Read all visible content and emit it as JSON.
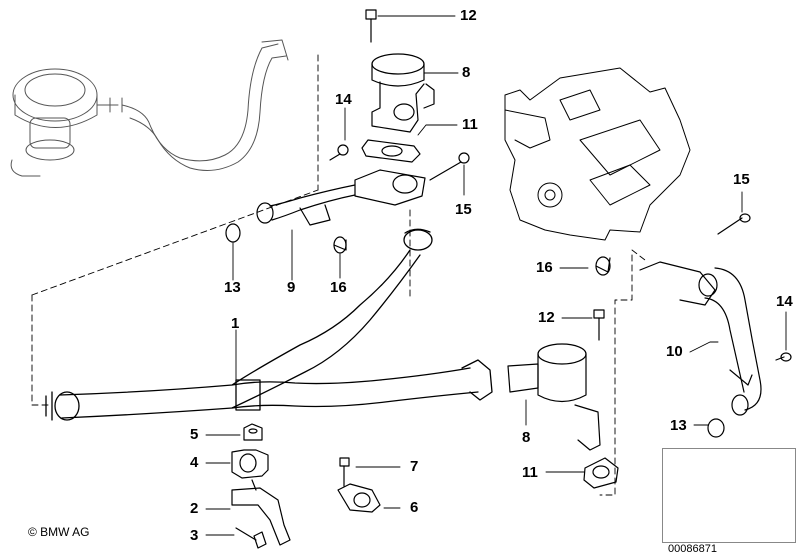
{
  "callouts": [
    {
      "id": "c12a",
      "label": "12"
    },
    {
      "id": "c8a",
      "label": "8"
    },
    {
      "id": "c14a",
      "label": "14"
    },
    {
      "id": "c11a",
      "label": "11"
    },
    {
      "id": "c15a",
      "label": "15"
    },
    {
      "id": "c13a",
      "label": "13"
    },
    {
      "id": "c9",
      "label": "9"
    },
    {
      "id": "c16a",
      "label": "16"
    },
    {
      "id": "c1",
      "label": "1"
    },
    {
      "id": "c15b",
      "label": "15"
    },
    {
      "id": "c16b",
      "label": "16"
    },
    {
      "id": "c12b",
      "label": "12"
    },
    {
      "id": "c14b",
      "label": "14"
    },
    {
      "id": "c10",
      "label": "10"
    },
    {
      "id": "c8b",
      "label": "8"
    },
    {
      "id": "c13b",
      "label": "13"
    },
    {
      "id": "c11b",
      "label": "11"
    },
    {
      "id": "c5",
      "label": "5"
    },
    {
      "id": "c4",
      "label": "4"
    },
    {
      "id": "c7",
      "label": "7"
    },
    {
      "id": "c2",
      "label": "2"
    },
    {
      "id": "c6",
      "label": "6"
    },
    {
      "id": "c3",
      "label": "3"
    }
  ],
  "copyright": "© BMW AG",
  "doc_id": "00086871",
  "colors": {
    "line": "#000000",
    "pipe_fill": "#ffffff",
    "thumb_border": "#888888"
  }
}
